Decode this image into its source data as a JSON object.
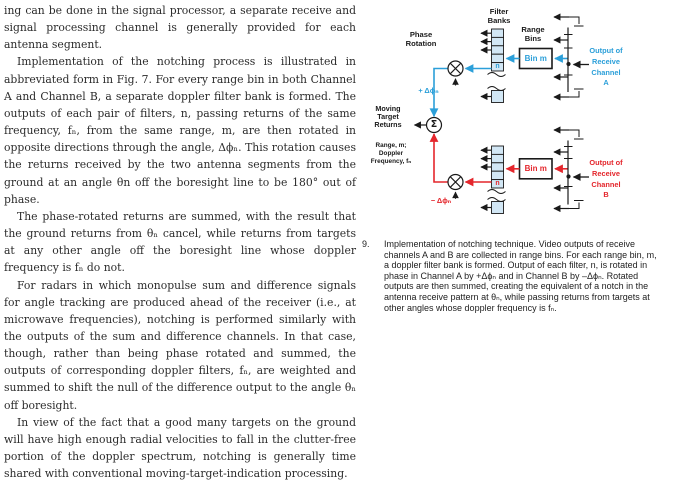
{
  "article": {
    "paragraphs": [
      "ing can be done in the signal processor, a separate receive and signal processing channel is generally provided for each antenna segment.",
      "Implementation of the notching process is illustrated in abbreviated form in Fig. 7. For every range bin in both Channel A and Channel B, a separate doppler filter bank is formed. The outputs of each pair of filters, n, passing returns of the same frequency, fₙ, from the same range, m, are then rotated in opposite directions through the angle, Δϕₙ. This rotation causes the returns received by the two antenna segments from the ground at an angle θn off the boresight line to be 180° out of phase.",
      "The phase-rotated returns are summed, with the result that the ground returns from θₙ cancel, while returns from targets at any other angle off the boresight line whose doppler frequency is fₙ do not.",
      "For radars in which monopulse sum and difference signals for angle tracking are produced ahead of the receiver (i.e., at microwave frequencies), notching is performed similarly with the outputs of the sum and difference channels. In that case, though, rather than being phase rotated and summed, the outputs of corresponding doppler filters, fₙ, are weighted and summed to shift the null of the difference output to the angle θₙ off boresight.",
      "In view of the fact that a good many targets on the ground will have high enough radial velocities to fall in the clutter-free portion of the doppler spectrum, notching is generally time shared with conventional moving-target-indication processing."
    ]
  },
  "figure": {
    "labels": {
      "filter_banks": "Filter\nBanks",
      "range_bins": "Range\nBins",
      "phase_rotation": "Phase\nRotation",
      "moving_target_returns": "Moving\nTarget\nReturns",
      "range_doppler": "Range, m;\nDoppler\nFrequency, fₙ",
      "output_a": "Output of\nReceive\nChannel\nA",
      "output_b": "Output of\nReceive\nChannel\nB",
      "plus_delta_phi": "+ Δϕₙ",
      "minus_delta_phi": "− Δϕₙ",
      "bin_m": "Bin m",
      "n": "n",
      "sigma": "Σ"
    },
    "caption_number": "9.",
    "caption_text": "Implementation of notching technique. Video outputs of receive channels A and B are collected in range bins. For each range bin, m, a doppler filter bank is formed. Output of each filter, n, is rotated in phase in Channel A by +Δϕₙ and in Channel B by –Δϕₙ. Rotated outputs are then summed, creating the equivalent of a notch in the antenna receive pattern at θₙ, while passing returns from targets at other angles whose doppler frequency is fₙ.",
    "colors": {
      "channel_a_blue": "#2b9fd9",
      "channel_b_red": "#e4262c",
      "filter_cell_fill": "#d2e7f5",
      "ink": "#1a1a1a"
    }
  }
}
